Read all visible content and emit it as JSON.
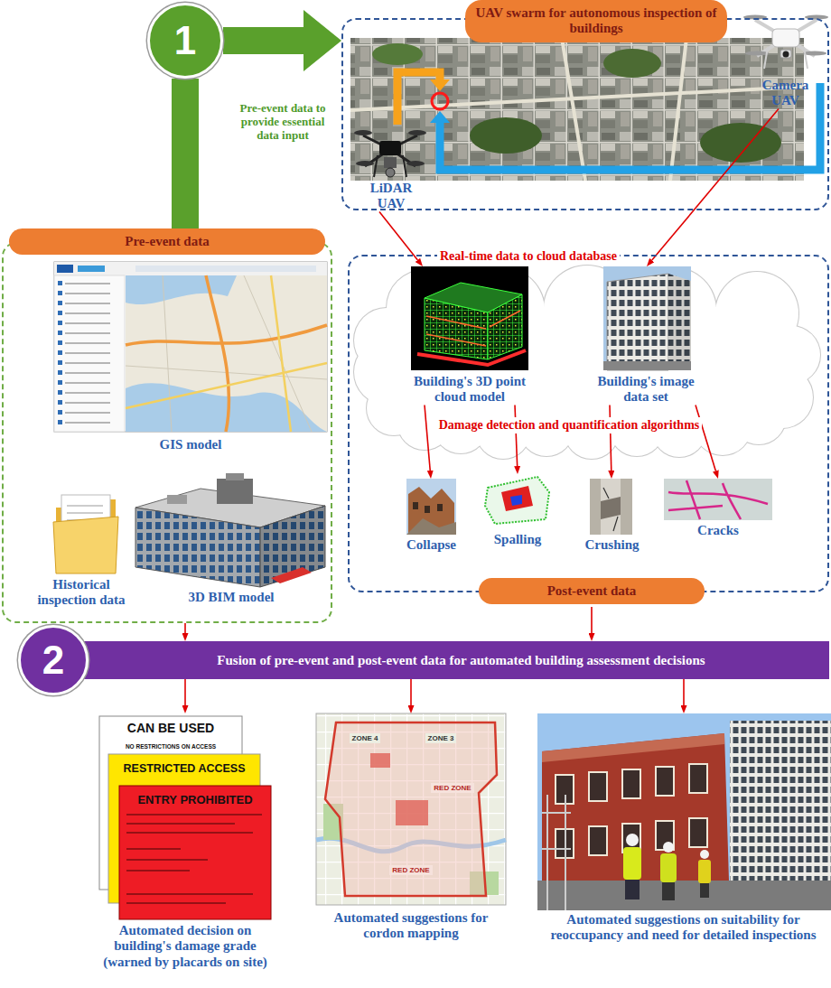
{
  "diagram": {
    "nodes": [
      {
        "text": [
          "1"
        ]
      },
      {
        "text": [
          "UAV swarm for autonomous inspection of buildings"
        ]
      },
      {
        "text": [
          "LiDAR UAV"
        ],
        "in": 1
      },
      {
        "text": [
          "Camera UAV"
        ],
        "in": 1
      },
      {
        "text": [
          "Pre-event data"
        ]
      },
      {
        "text": [
          "GIS model"
        ],
        "in": 4
      },
      {
        "text": [
          "Historical inspection data"
        ],
        "in": 4
      },
      {
        "text": [
          "3D BIM model"
        ],
        "in": 4
      },
      {
        "text": [
          "Post-event data"
        ]
      },
      {
        "text": [
          "Building's 3D point cloud model"
        ],
        "in": 8
      },
      {
        "text": [
          "Building's image data set"
        ],
        "in": 8
      },
      {
        "text": [
          "Collapse"
        ],
        "in": 8
      },
      {
        "text": [
          "Spalling"
        ],
        "in": 8
      },
      {
        "text": [
          "Crushing"
        ],
        "in": 8
      },
      {
        "text": [
          "Cracks"
        ],
        "in": 8
      },
      {
        "text": [
          "Fusion of pre-event and post-event data for automated building assessment decisions"
        ]
      },
      {
        "text": [
          "2"
        ],
        "in": 15
      },
      {
        "text": [
          "Automated decision on building's damage grade (warned by placards on site)"
        ]
      },
      {
        "text": [
          "Automated suggestions for cordon mapping"
        ]
      },
      {
        "text": [
          "Automated suggestions on suitability for reoccupancy and need for detailed inspections"
        ]
      }
    ],
    "edges": [
      {
        "from": 4,
        "to": 0,
        "arrow": "none"
      },
      {
        "from": 0,
        "to": 1,
        "arrow": "to"
      },
      {
        "from": 2,
        "to": 9,
        "arrow": "to"
      },
      {
        "from": 3,
        "to": 10,
        "arrow": "to"
      },
      {
        "from": 9,
        "to": 11,
        "arrow": "to"
      },
      {
        "from": 9,
        "to": 12,
        "arrow": "to"
      },
      {
        "from": 10,
        "to": 13,
        "arrow": "to"
      },
      {
        "from": 10,
        "to": 14,
        "arrow": "to"
      },
      {
        "from": 4,
        "to": 15,
        "arrow": "to"
      },
      {
        "from": 8,
        "to": 15,
        "arrow": "to"
      },
      {
        "from": 15,
        "to": 17,
        "arrow": "to"
      },
      {
        "from": 15,
        "to": 18,
        "arrow": "to"
      },
      {
        "from": 15,
        "to": 19,
        "arrow": "to"
      }
    ],
    "labels": [
      "Pre-event data to provide essential data input",
      "Real-time data to cloud database",
      "Damage detection and quantification algorithms",
      "CAN BE USED",
      "NO RESTRICTIONS ON ACCESS",
      "RESTRICTED ACCESS",
      "ENTRY PROHIBITED",
      "ZONE 4",
      "ZONE 3",
      "RED ZONE",
      "RED ZONE"
    ]
  }
}
